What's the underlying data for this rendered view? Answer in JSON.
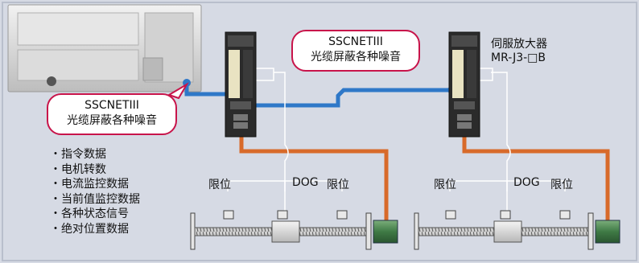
{
  "callout_left": {
    "line1": "SSCNETIII",
    "line2": "光缆屏蔽各种噪音"
  },
  "callout_top": {
    "line1": "SSCNETIII",
    "line2": "光缆屏蔽各种噪音"
  },
  "amp_label": {
    "line1": "伺服放大器",
    "line2": "MR-J3-□B"
  },
  "left_axis": {
    "limit_label": "限位",
    "dog_label": "DOG",
    "limit2_label": "限位"
  },
  "right_axis": {
    "limit_label": "限位",
    "dog_label": "DOG",
    "limit2_label": "限位"
  },
  "data_list": [
    "指令数据",
    "电机转数",
    "电流监控数据",
    "当前值监控数据",
    "各种状态信号",
    "绝对位置数据"
  ],
  "colors": {
    "background": "#d6dae4",
    "optical_cable": "#2f78c8",
    "power_cable": "#d86a2a",
    "callout_border": "#c8144a"
  }
}
